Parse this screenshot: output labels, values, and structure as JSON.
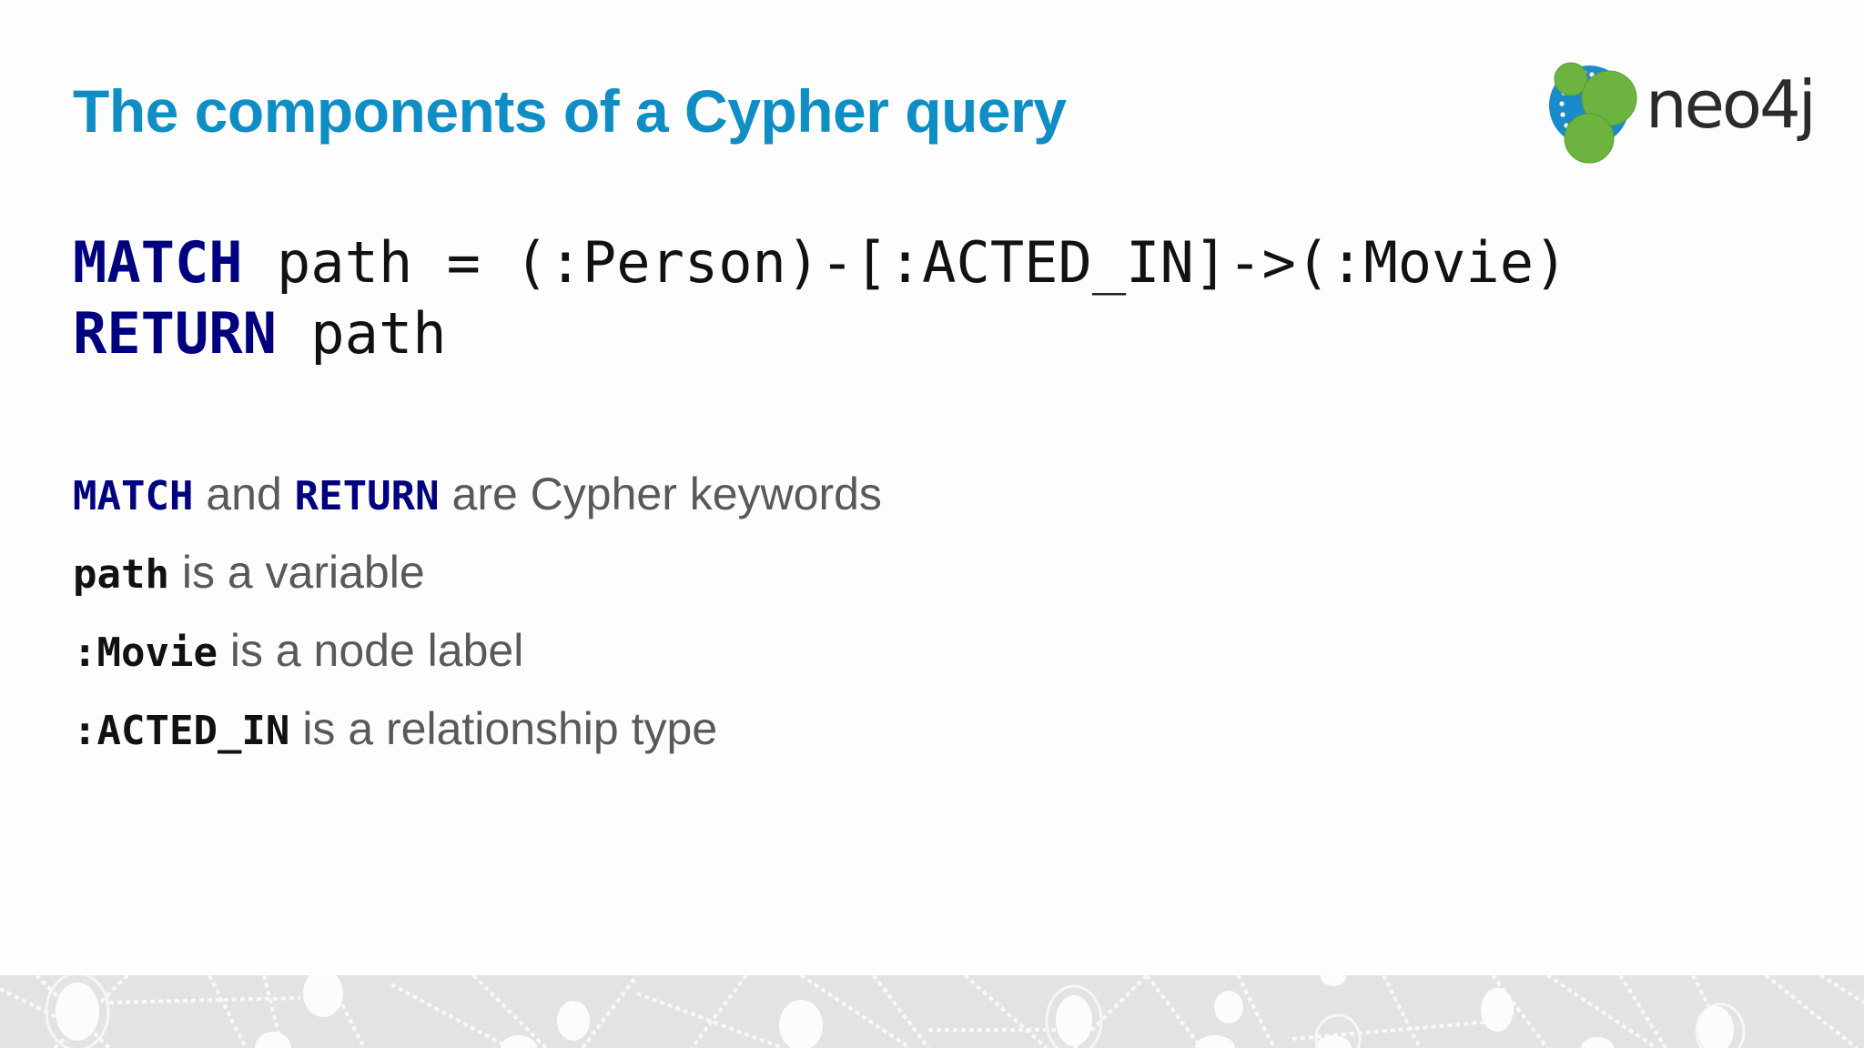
{
  "slide": {
    "title": "The components of a Cypher query",
    "logo": {
      "text": "neo4j",
      "icon": "neo4j-graph-logo-icon",
      "colors": {
        "blue": "#1a8ac9",
        "green": "#6db33f"
      }
    }
  },
  "code": {
    "lines": [
      {
        "keyword": "MATCH",
        "rest": " path = (:Person)-[:ACTED_IN]->(:Movie)"
      },
      {
        "keyword": "RETURN",
        "rest": " path"
      }
    ]
  },
  "bullets": [
    {
      "terms": [
        "MATCH",
        "RETURN"
      ],
      "joiner": " and ",
      "text": " are Cypher keywords"
    },
    {
      "term": "path",
      "text": " is a variable"
    },
    {
      "term": ":Movie",
      "text": " is a node label"
    },
    {
      "term": ":ACTED_IN",
      "text": " is a relationship type"
    }
  ],
  "colors": {
    "title": "#0e8ec4",
    "keyword": "#000080",
    "body_text": "#595959",
    "footer_band": "#e3e3e2"
  },
  "footer": {
    "decoration": "graph-network-pattern"
  }
}
